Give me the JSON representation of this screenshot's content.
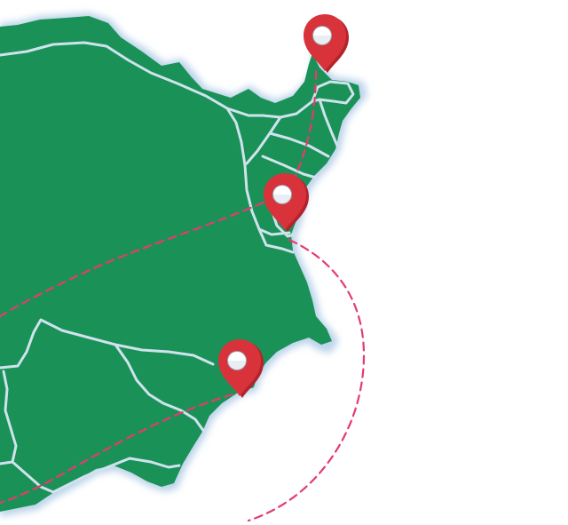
{
  "map": {
    "colors": {
      "background": "#ffffff",
      "land": "#1a9157",
      "coast_halo": "#bcd4ea",
      "borders": "#cfe3ee",
      "route": "#e43b6e",
      "pin": "#d8333b",
      "pin_shade": "#b3232b",
      "pin_dot": "#e8eef3"
    },
    "markers": [
      {
        "name": "location-pin-north",
        "icon": "map-pin-icon"
      },
      {
        "name": "location-pin-middle",
        "icon": "map-pin-icon"
      },
      {
        "name": "location-pin-south",
        "icon": "map-pin-icon"
      }
    ],
    "routes": [
      {
        "name": "route-north-to-middle",
        "style": "dashed"
      },
      {
        "name": "route-middle-to-west",
        "style": "dashed"
      },
      {
        "name": "route-middle-offshore-loop",
        "style": "dashed"
      },
      {
        "name": "route-south-to-southwest",
        "style": "dashed"
      }
    ]
  }
}
